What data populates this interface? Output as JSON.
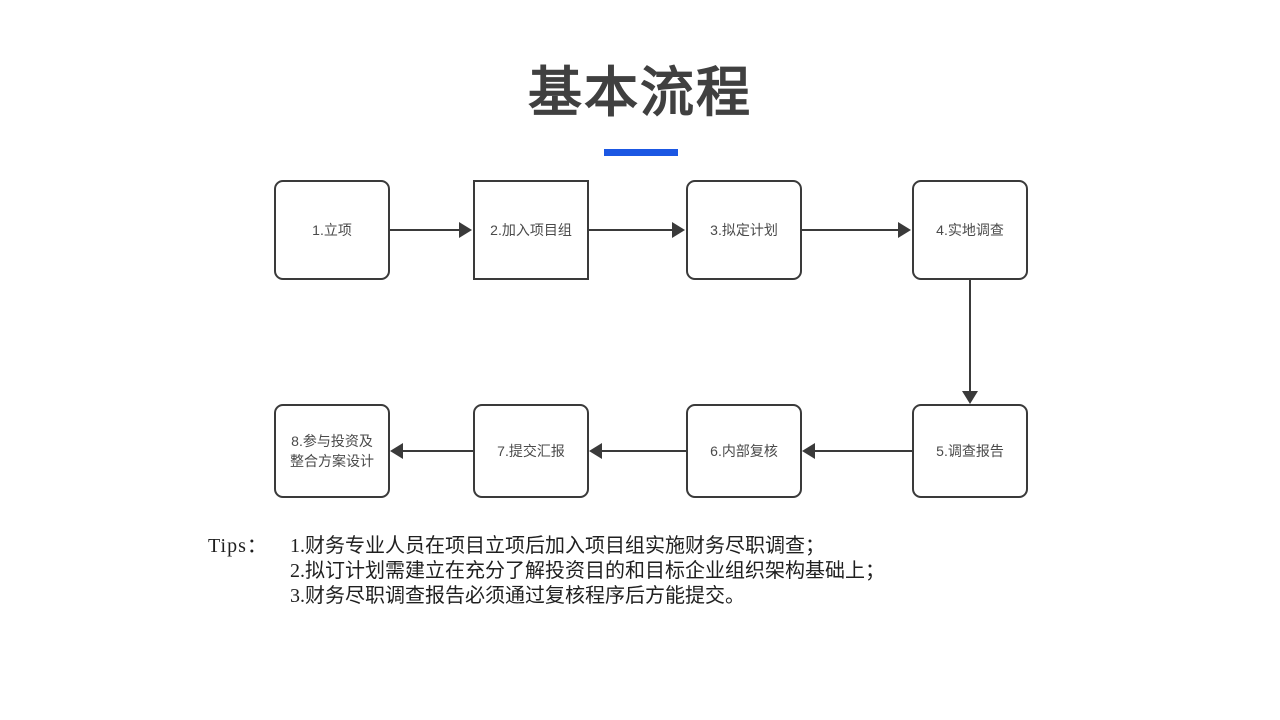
{
  "slide": {
    "background_color": "#ffffff",
    "title": "基本流程",
    "title_color": "#404040",
    "accent_color": "#1B57E3"
  },
  "flow": {
    "node_border_color": "#3a3a3a",
    "node_text_color": "#4a4a4a",
    "nodes": [
      {
        "id": 1,
        "label": "1.立项",
        "shape": "rounded"
      },
      {
        "id": 2,
        "label": "2.加入项目组",
        "shape": "square"
      },
      {
        "id": 3,
        "label": "3.拟定计划",
        "shape": "rounded"
      },
      {
        "id": 4,
        "label": "4.实地调查",
        "shape": "rounded"
      },
      {
        "id": 5,
        "label": "5.调查报告",
        "shape": "rounded"
      },
      {
        "id": 6,
        "label": "6.内部复核",
        "shape": "rounded"
      },
      {
        "id": 7,
        "label": "7.提交汇报",
        "shape": "rounded"
      },
      {
        "id": 8,
        "label": "8.参与投资及\n整合方案设计",
        "shape": "rounded"
      }
    ],
    "connectors": [
      {
        "from": 1,
        "to": 2,
        "direction": "right"
      },
      {
        "from": 2,
        "to": 3,
        "direction": "right"
      },
      {
        "from": 3,
        "to": 4,
        "direction": "right"
      },
      {
        "from": 4,
        "to": 5,
        "direction": "down"
      },
      {
        "from": 5,
        "to": 6,
        "direction": "left"
      },
      {
        "from": 6,
        "to": 7,
        "direction": "left"
      },
      {
        "from": 7,
        "to": 8,
        "direction": "left"
      }
    ]
  },
  "tips": {
    "label": "Tips：",
    "lines": [
      "1.财务专业人员在项目立项后加入项目组实施财务尽职调查；",
      "2.拟订计划需建立在充分了解投资目的和目标企业组织架构基础上；",
      "3.财务尽职调查报告必须通过复核程序后方能提交。"
    ]
  }
}
